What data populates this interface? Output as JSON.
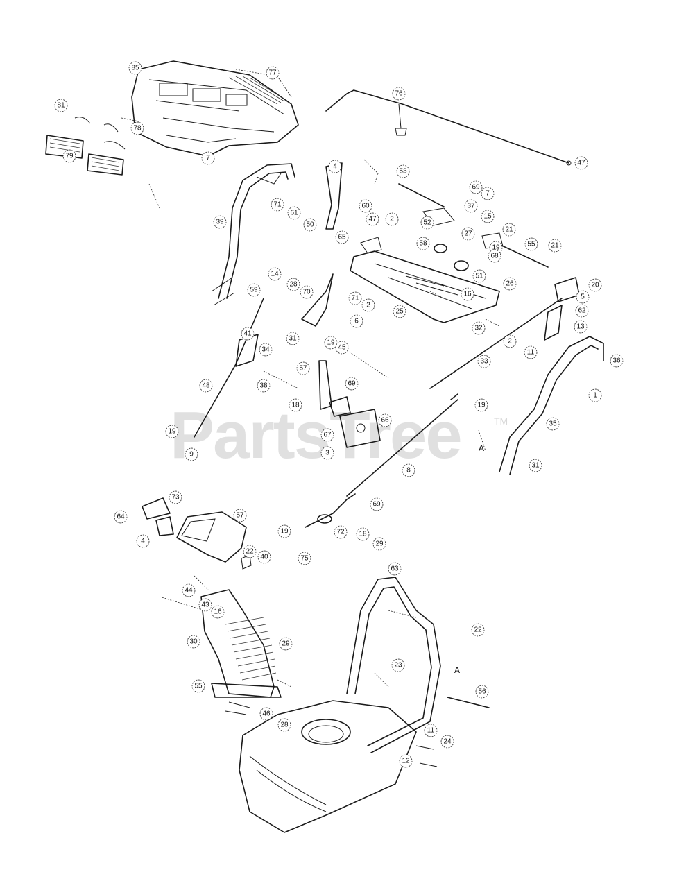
{
  "watermark": {
    "text": "PartsTree",
    "trademark": "TM"
  },
  "ref_letters": [
    "A",
    "A"
  ],
  "callouts": [
    "85",
    "77",
    "76",
    "81",
    "78",
    "79",
    "7",
    "4",
    "53",
    "69",
    "7",
    "37",
    "47",
    "39",
    "71",
    "61",
    "60",
    "47",
    "2",
    "65",
    "50",
    "52",
    "27",
    "15",
    "21",
    "58",
    "19",
    "68",
    "55",
    "21",
    "51",
    "14",
    "59",
    "28",
    "70",
    "71",
    "2",
    "25",
    "16",
    "26",
    "20",
    "5",
    "62",
    "31",
    "19",
    "45",
    "6",
    "32",
    "2",
    "11",
    "13",
    "36",
    "41",
    "34",
    "33",
    "1",
    "57",
    "69",
    "18",
    "19",
    "38",
    "35",
    "48",
    "66",
    "67",
    "3",
    "8",
    "31",
    "19",
    "9",
    "73",
    "69",
    "64",
    "57",
    "4",
    "72",
    "18",
    "29",
    "19",
    "75",
    "22",
    "40",
    "63",
    "44",
    "43",
    "16",
    "29",
    "30",
    "22",
    "23",
    "56",
    "55",
    "46",
    "28",
    "11",
    "24",
    "12"
  ]
}
